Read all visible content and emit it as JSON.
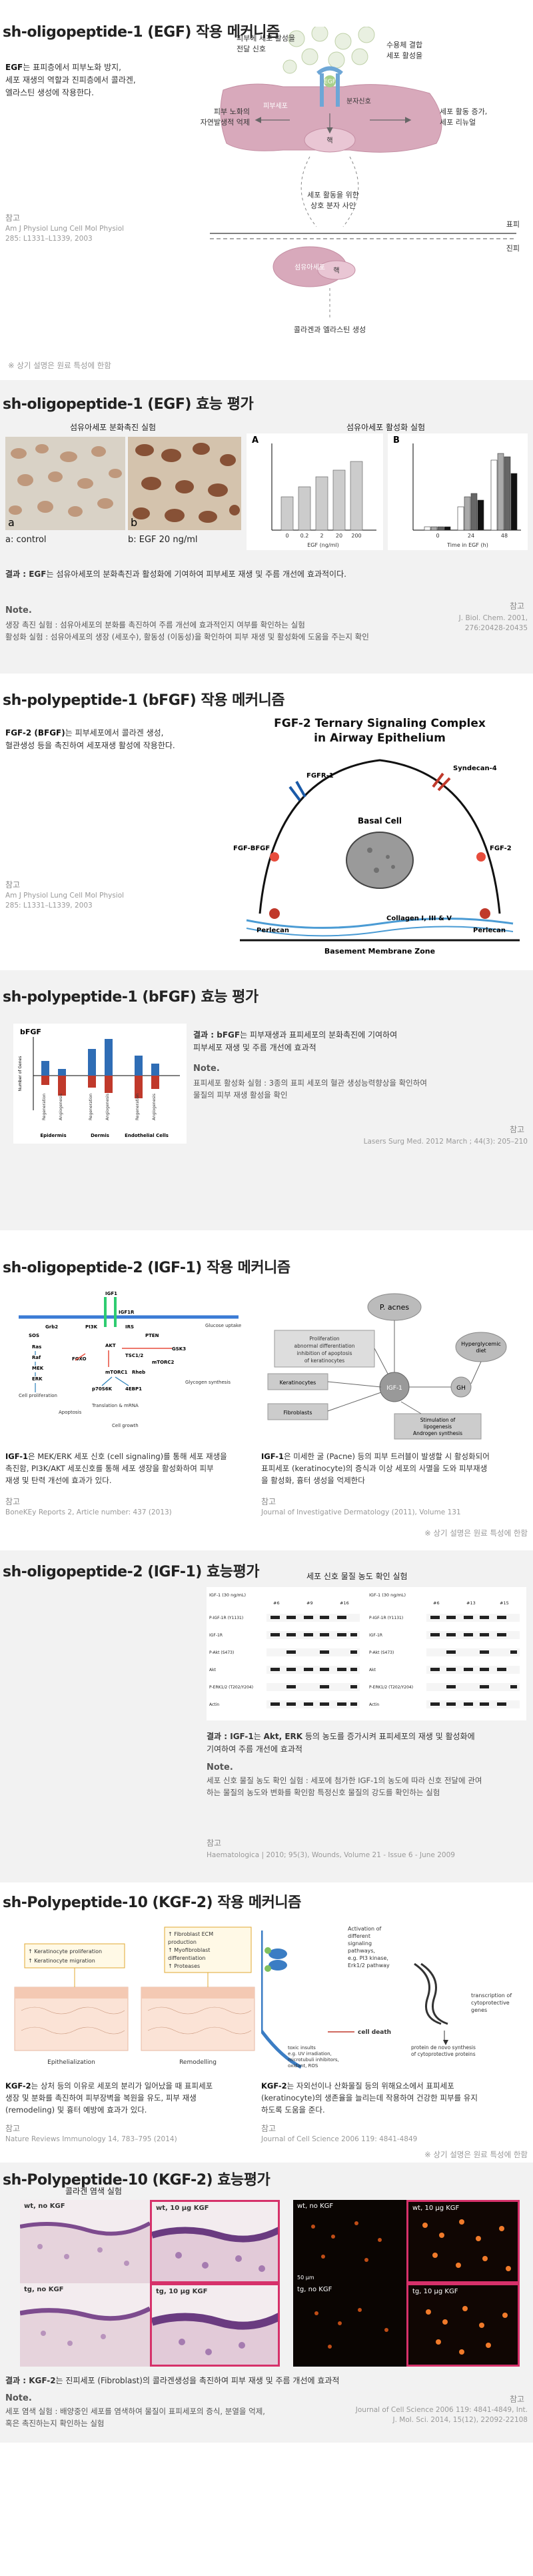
{
  "s1": {
    "title": "sh-oligopeptide-1 (EGF) 작용 메커니즘",
    "desc_bold": "EGF",
    "desc_lines": [
      "는 표피층에서 피부노화 방지,",
      "세포 재생의 역할과 진피층에서 콜라겐,",
      "엘라스틴 생성에 작용한다."
    ],
    "ref_label": "참고",
    "ref_lines": [
      "Am J Physiol Lung Cell Mol Physiol",
      "285: L1331–L1339, 2003"
    ],
    "diagram": {
      "top_left": [
        "피부에 세포 활성을",
        "전달 신호"
      ],
      "top_right": [
        "수용체 결합",
        "세포 활성을"
      ],
      "cell_label": "피부세포",
      "molecule": "분자신호",
      "nucleus": "핵",
      "left_label": [
        "피부 노화의",
        "자연발생적 억제"
      ],
      "right_label": [
        "세포 활동 증가,",
        "세포 리뉴얼"
      ],
      "middle_label": [
        "세포 활동을 위한",
        "상호 분자 사인"
      ],
      "dermis_cell": "섬유아세포",
      "nucleus2": "핵",
      "epidermis": "표피",
      "dermis": "진피",
      "bottom_label": "콜라겐과 엘라스틴 생성"
    },
    "note": "※ 상기 설명은 원료 특성에 한함"
  },
  "s2": {
    "title": "sh-oligopeptide-1 (EGF) 효능 평가",
    "exp1_title": "섬유아세포 분화촉진 실험",
    "exp2_title": "섬유아세포 활성화 실험",
    "cap_a": "a: control",
    "cap_b": "b: EGF 20 ng/ml",
    "panel_a": "a",
    "panel_b": "b",
    "chart_a_label": "A",
    "chart_b_label": "B",
    "result_bold": "결과 : EGF",
    "result_text": "는 섬유아세포의 분화촉진과 활성화에 기여하여 피부세포 재생 및 주름 개선에 효과적이다.",
    "note_title": "Note.",
    "note_lines": [
      "생장 촉진 실험 : 섬유아세포의 분화를 촉진하여 주름 개선에 효과적인지 여부를 확인하는 실험",
      "활성화 실험 : 섬유아세포의 생장 (세포수), 활동성 (이동성)을 확인하여 피부 재생 및 활성화에 도움을 주는지 확인"
    ],
    "ref_label": "참고",
    "ref_lines": [
      "J. Biol. Chem. 2001,",
      "276:20428-20435"
    ]
  },
  "s3": {
    "title": "sh-polypeptide-1 (bFGF) 작용 메커니즘",
    "desc_bold": "FGF-2 (BFGF)",
    "desc_lines": [
      "는 피부세포에서 콜라겐 생성,",
      "혈관생성 등을 촉진하여 세포재생 활성에 작용한다."
    ],
    "ref_label": "참고",
    "ref_lines": [
      "Am J Physiol Lung Cell Mol Physiol",
      "285: L1331–L1339, 2003"
    ],
    "diagram": {
      "title1": "FGF-2 Ternary Signaling Complex",
      "title2": "in Airway Epithelium",
      "fgfr1": "FGFR-1",
      "syndecan": "Syndecan-4",
      "fgf_bfgf": "FGF-BFGF",
      "fgf2": "FGF-2",
      "basal": "Basal Cell",
      "perlecan_l": "Perlecan",
      "perlecan_r": "Perlecan",
      "collagen": "Collagen I, III & V",
      "basement": "Basement Membrane Zone"
    }
  },
  "s4": {
    "title": "sh-polypeptide-1 (bFGF) 효능 평가",
    "chart_title": "bFGF",
    "result_bold": "결과 : bFGF",
    "result_lines": [
      "는 피부재생과 표피세포의 분화촉진에 기여하여",
      "피부세포 재생 및 주름 개선에 효과적"
    ],
    "note_title": "Note.",
    "note_lines": [
      "표피세포 활성화 실험 : 3종의 표피 세포의 혈관 생성능력향상을 확인하여",
      "물질의 피부 재생 활성을 확인"
    ],
    "ref_label": "참고",
    "ref_text": "Lasers Surg Med. 2012 March ; 44(3): 205–210",
    "chart_ylabel": "Number of Genes",
    "groups": [
      "Epidermis",
      "Dermis",
      "Endothelial Cells"
    ],
    "categories": [
      "Regeneration",
      "Angiogenesis",
      "Regeneration",
      "Angiogenesis",
      "Regeneration",
      "Angiogenesis"
    ]
  },
  "s5": {
    "title": "sh-oligopeptide-2 (IGF-1) 작용 메커니즘",
    "desc1_bold": "IGF-1",
    "desc1_lines": [
      "은 MEK/ERK 세포 신호 (cell signaling)를 통해 세포 재생을",
      "촉진함, PI3K/AKT 세포신호를 통해 세포 생장을 활성화하여 피부",
      "재생 및 탄력 개선에 효과가 있다."
    ],
    "ref1_label": "참고",
    "ref1_text": "BoneKEy Reports 2, Article number: 437 (2013)",
    "desc2_bold": "IGF-1",
    "desc2_lines": [
      "은 미세한 굴 (Pacne) 등의 피부 트러블이 발생할 시 활성화되어",
      "표피세포 (keratinocyte)의 증식과 이상 세포의 사멸을 도와 피부재생",
      "을 활성화, 흉터 생성을 억제한다"
    ],
    "ref2_label": "참고",
    "ref2_text": "Journal of Investigative Dermatology (2011), Volume 131",
    "note": "※ 상기 설명은 원료 특성에 한함",
    "d1": {
      "igf1": "IGF1",
      "igf1r": "IGF1R",
      "pi3k": "PI3K",
      "irs": "IRS",
      "grb2": "Grb2",
      "sos": "SOS",
      "ras": "Ras",
      "raf": "Raf",
      "mek": "MEK",
      "erk": "ERK",
      "akt": "AKT",
      "pten": "PTEN",
      "mtorc1": "mTORC1",
      "mtorc2": "mTORC2",
      "gsk3": "GSK3",
      "foxo": "FOXO",
      "tsc": "TSC1/2",
      "rheb": "Rheb",
      "s6k": "p70S6K",
      "ebp": "4EBP1",
      "cell_prolif": "Cell proliferation",
      "translation": "Translation & mRNA",
      "glucose": "Glucose uptake",
      "cell_growth": "Cell growth",
      "apoptosis": "Apoptosis",
      "glycogen": "Glycogen synthesis"
    },
    "d2": {
      "pacnes": "P. acnes",
      "prolif": [
        "Proliferation",
        "abnormal differentiation",
        "inhibition of apoptosis",
        "of keratinocytes"
      ],
      "hyper": [
        "Hyperglycemic",
        "diet"
      ],
      "keratinocytes": "Keratinocytes",
      "fibroblasts": "Fibroblasts",
      "igf1": "IGF-1",
      "gh": "GH",
      "lipo": [
        "Stimulation of",
        "lipogenesis",
        "Androgen synthesis"
      ]
    }
  },
  "s6": {
    "title": "sh-oligopeptide-2 (IGF-1) 효능평가",
    "exp_title": "세포 신호 물질 농도 확인 실험",
    "result_bold": "결과 : IGF-1",
    "result_mid_bold": "Akt, ERK",
    "result_pre": "는 ",
    "result_post": " 등의 농도를 증가시켜 표피세포의 재생 및 활성화에",
    "result_line2": "기여하여 주름 개선에 효과적",
    "note_title": "Note.",
    "note_lines": [
      "세포 신호 물질 농도 확인 실험 : 세포에 첨가한 IGF-1의 농도에 따라 신호 전달에 관여",
      "하는 물질의 농도와 변화를 확인함 특정신호 물질의 강도를 확인하는 실험"
    ],
    "ref_label": "참고",
    "ref_text": "Haematologica | 2010; 95(3), Wounds, Volume 21 - Issue 6 - June 2009",
    "blot": {
      "left_header": "IGF-1 (30 ng/mL)",
      "right_header": "IGF-1 (30 ng/mL)",
      "rows_left": [
        "P-IGF-1R (Y1131)",
        "IGF-1R",
        "P-Akt (S473)",
        "Akt",
        "P-ERK1/2 (T202/Y204)",
        "Actin"
      ],
      "rows_right": [
        "P-IGF-1R (Y1131)",
        "IGF-1R",
        "P-Akt (S473)",
        "Akt",
        "P-ERK1/2 (T202/Y204)",
        "Actin"
      ],
      "cols_left": [
        "#6",
        "#9",
        "#16"
      ],
      "cols_right": [
        "#6",
        "#13",
        "#15"
      ]
    }
  },
  "s7": {
    "title": "sh-Polypeptide-10 (KGF-2) 작용 메커니즘",
    "desc1_bold": "KGF-2",
    "desc1_lines": [
      "는 상처 등의 이유로 세포의 분리가 일어났을 때 표피세포",
      "생장 및 분화를 촉진하여 피부장벽을 복원을 유도, 피부 재생",
      "(remodeling) 및 흉터 예방에 효과가 있다."
    ],
    "ref1_label": "참고",
    "ref1_text": "Nature Reviews Immunology 14, 783–795 (2014)",
    "desc2_bold": "KGF-2",
    "desc2_lines": [
      "는 자외선이나 산화물질 등의 위해요소에서 표피세포",
      "(keratinocyte)의 생존율을 늘리는데 작용하여 건강한 피부를 유지",
      "하도록 도움을 준다."
    ],
    "ref2_label": "참고",
    "ref2_text": "Journal of Cell Science 2006 119: 4841-4849",
    "note": "※ 상기 설명은 원료 특성에 한함",
    "d1": {
      "box1": [
        "↑ Keratinocyte proliferation",
        "↑ Keratinocyte migration"
      ],
      "box2": [
        "↑ Fibroblast ECM",
        "  production",
        "↑ Myofibroblast",
        "  differentiation",
        "↑ Proteases"
      ],
      "epi": "Epithelialization",
      "remod": "Remodelling"
    },
    "d2": {
      "activation": [
        "Activation of",
        "different",
        "signaling",
        "pathways,",
        "e.g. PI3 kinase,",
        "Erk1/2 pathway"
      ],
      "transcription": [
        "transcription of",
        "cytoprotective",
        "genes"
      ],
      "cell_death": "cell death",
      "toxic": [
        "toxic insults",
        "e.g. UV irradiation,",
        "microtubuli inhibitors,",
        "oxidant, ROS"
      ],
      "protein": [
        "protein de novo synthesis",
        "of cytoprotective proteins"
      ]
    }
  },
  "s8": {
    "title": "sh-Polypeptide-10 (KGF-2) 효능평가",
    "exp_title": "콜라겐 염색 실험",
    "result_bold": "결과 : KGF-2",
    "result_text": "는 진피세포 (Fibroblast)의 콜라겐생성을 촉진하여 피부 재생 및 주름 개선에 효과적",
    "note_title": "Note.",
    "note_lines": [
      "세포 염색 실험 : 배양중인 세포를 염색하여 물질이 표피세포의 증식, 분열을 억제,",
      "혹은 촉진하는지 확인하는 실험"
    ],
    "ref_label": "참고",
    "ref_lines": [
      "Journal of Cell Science 2006 119: 4841-4849, Int.",
      "J. Mol. Sci. 2014, 15(12), 22092-22108"
    ],
    "panels": [
      {
        "label": "wt, no KGF"
      },
      {
        "label": "wt, 10 μg KGF"
      },
      {
        "label": "tg, no KGF"
      },
      {
        "label": "tg, 10 μg KGF"
      }
    ],
    "fluor_panels": [
      {
        "label": "wt, no KGF"
      },
      {
        "label": "wt, 10 μg KGF"
      },
      {
        "label": "tg, no KGF"
      },
      {
        "label": "tg, 10 μg KGF"
      }
    ],
    "scale_label": "50 μm"
  }
}
